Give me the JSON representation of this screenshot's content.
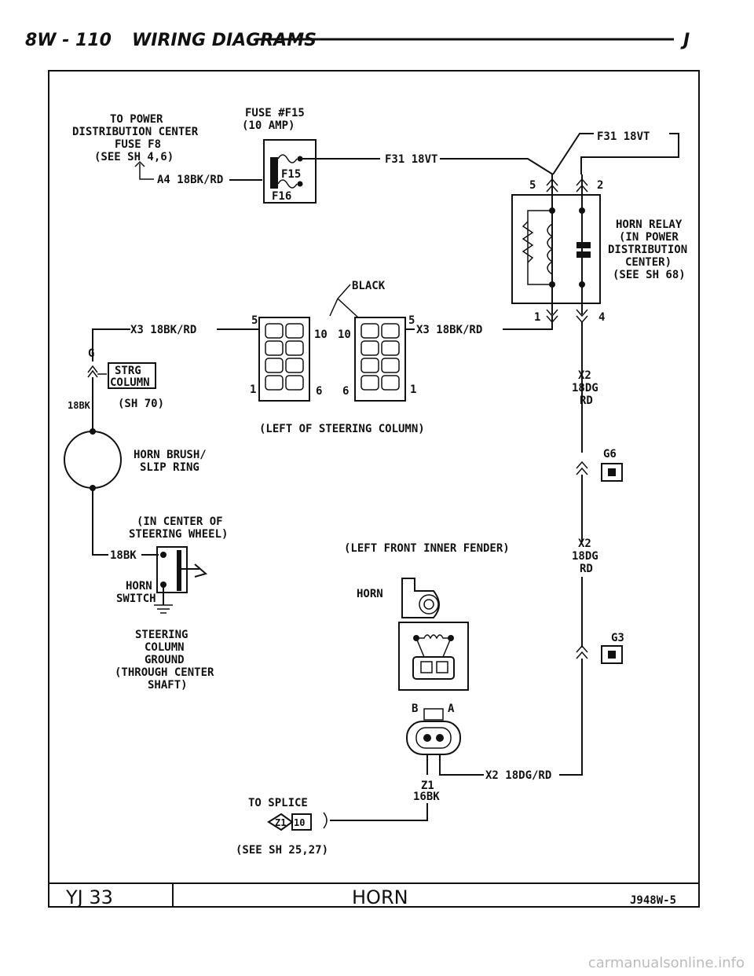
{
  "header": {
    "left": "8W - 110",
    "title": "WIRING DIAGRAMS",
    "right": "J"
  },
  "power_source": {
    "line1": "TO POWER",
    "line2": "DISTRIBUTION CENTER",
    "line3": "FUSE F8",
    "line4": "(SEE SH 4,6)"
  },
  "wire_a4": "A4 18BK/RD",
  "fuse": {
    "line1": "FUSE #F15",
    "line2": "(10 AMP)",
    "f15": "F15",
    "f16": "F16"
  },
  "wire_f31": "F31 18VT",
  "wire_f31_top": "F31 18VT",
  "relay": {
    "line1": "HORN RELAY",
    "line2": "(IN POWER",
    "line3": "DISTRIBUTION",
    "line4": "CENTER)",
    "line5": "(SEE SH 68)",
    "pin5": "5",
    "pin2": "2",
    "pin1": "1",
    "pin4": "4"
  },
  "connector": {
    "color": "BLACK",
    "wire_left": "X3 18BK/RD",
    "wire_right": "X3 18BK/RD",
    "pin5a": "5",
    "pin10a": "10",
    "pin1a": "1",
    "pin6a": "6",
    "pin5b": "5",
    "pin10b": "10",
    "pin1b": "1",
    "pin6b": "6",
    "location": "(LEFT OF STEERING COLUMN)"
  },
  "strg": {
    "g": "G",
    "line1": "STRG",
    "line2": "COLUMN",
    "sheet": "(SH 70)",
    "wire": "18BK"
  },
  "slip_ring": {
    "line1": "HORN BRUSH/",
    "line2": "SLIP RING"
  },
  "wheel": {
    "line1": "(IN CENTER OF",
    "line2": "STEERING WHEEL)"
  },
  "switch": {
    "wire": "18BK",
    "line1": "HORN",
    "line2": "SWITCH"
  },
  "ground": {
    "line1": "STEERING",
    "line2": "COLUMN",
    "line3": "GROUND",
    "line4": "(THROUGH CENTER",
    "line5": "SHAFT)"
  },
  "wire_x2_upper": {
    "line1": "X2",
    "line2": "18DG",
    "line3": "RD"
  },
  "g6": "G6",
  "wire_x2_mid": {
    "line1": "X2",
    "line2": "18DG",
    "line3": "RD"
  },
  "g3": "G3",
  "horn": {
    "location": "(LEFT FRONT INNER FENDER)",
    "label": "HORN",
    "pin_b": "B",
    "pin_a": "A"
  },
  "wire_x2_bottom": "X2 18DG/RD",
  "wire_z1": {
    "line1": "Z1",
    "line2": "16BK"
  },
  "splice": {
    "line1": "TO SPLICE",
    "z1": "Z1",
    "ten": "10",
    "sheet": "(SEE SH 25,27)"
  },
  "footer": {
    "left": "YJ 33",
    "center": "HORN",
    "right": "J948W-5"
  },
  "watermark": "carmanualsonline.info"
}
